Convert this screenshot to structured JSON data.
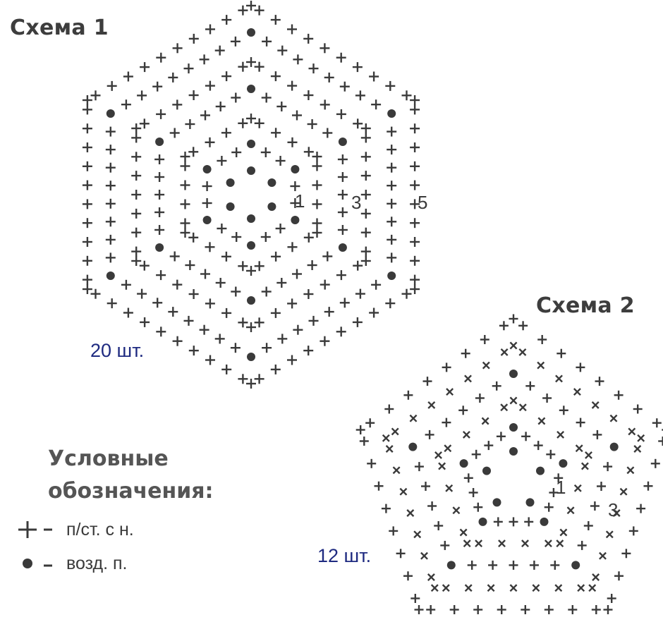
{
  "scheme1": {
    "title": "Схема 1",
    "count": "20 шт.",
    "round_labels": [
      "1",
      "3",
      "5"
    ]
  },
  "scheme2": {
    "title": "Схема 2",
    "count": "12 шт.",
    "round_labels": [
      "1",
      "3"
    ]
  },
  "legend": {
    "heading_line1": "Условные",
    "heading_line2": "обозначения:",
    "items": [
      {
        "symbol": "plus-icon",
        "text": "п/ст. с н."
      },
      {
        "symbol": "dot-icon",
        "text": "возд. п."
      }
    ]
  },
  "colors": {
    "text": "#3a3a3a",
    "count": "#1e2a80",
    "symbol": "#3a3a3a"
  }
}
